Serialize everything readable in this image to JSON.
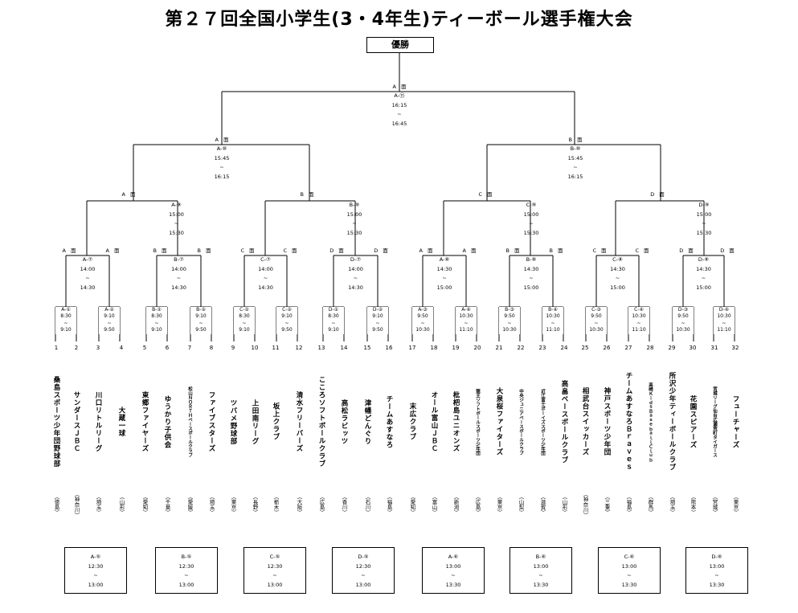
{
  "title": "第２７回全国小学生(3・4年生)ティーボール選手権大会",
  "champion_label": "優勝",
  "court_suffix": "面",
  "final": {
    "court": "A",
    "id": "A-⑪",
    "start": "16:15",
    "tilde": "~",
    "end": "16:45"
  },
  "semis": [
    {
      "court": "A",
      "id": "A-⑩",
      "start": "15:45",
      "tilde": "~",
      "end": "16:15"
    },
    {
      "court": "B",
      "id": "B-⑩",
      "start": "15:45",
      "tilde": "~",
      "end": "16:15"
    }
  ],
  "quarters": [
    {
      "court": "A",
      "id": "A-⑨",
      "start": "15:00",
      "tilde": "~",
      "end": "15:30"
    },
    {
      "court": "B",
      "id": "B-⑨",
      "start": "15:00",
      "tilde": "~",
      "end": "15:30"
    },
    {
      "court": "C",
      "id": "C-⑨",
      "start": "15:00",
      "tilde": "~",
      "end": "15:30"
    },
    {
      "court": "D",
      "id": "D-⑨",
      "start": "15:00",
      "tilde": "~",
      "end": "15:30"
    }
  ],
  "round3": [
    {
      "court": "A",
      "id": "A-⑦",
      "start": "14:00",
      "tilde": "~",
      "end": "14:30"
    },
    {
      "court": "B",
      "id": "B-⑦",
      "start": "14:00",
      "tilde": "~",
      "end": "14:30"
    },
    {
      "court": "C",
      "id": "C-⑦",
      "start": "14:00",
      "tilde": "~",
      "end": "14:30"
    },
    {
      "court": "D",
      "id": "D-⑦",
      "start": "14:00",
      "tilde": "~",
      "end": "14:30"
    },
    {
      "court": "A",
      "id": "A-⑧",
      "start": "14:30",
      "tilde": "~",
      "end": "15:00"
    },
    {
      "court": "B",
      "id": "B-⑧",
      "start": "14:30",
      "tilde": "~",
      "end": "15:00"
    },
    {
      "court": "C",
      "id": "C-⑧",
      "start": "14:30",
      "tilde": "~",
      "end": "15:00"
    },
    {
      "court": "D",
      "id": "D-⑧",
      "start": "14:30",
      "tilde": "~",
      "end": "15:00"
    }
  ],
  "round1": [
    {
      "id": "A-①",
      "start": "8:30",
      "tilde": "~",
      "end": "9:10"
    },
    {
      "id": "A-②",
      "start": "9:10",
      "tilde": "~",
      "end": "9:50"
    },
    {
      "id": "B-①",
      "start": "8:30",
      "tilde": "~",
      "end": "9:10"
    },
    {
      "id": "B-②",
      "start": "9:10",
      "tilde": "~",
      "end": "9:50"
    },
    {
      "id": "C-①",
      "start": "8:30",
      "tilde": "~",
      "end": "9:10"
    },
    {
      "id": "C-②",
      "start": "9:10",
      "tilde": "~",
      "end": "9:50"
    },
    {
      "id": "D-①",
      "start": "8:30",
      "tilde": "~",
      "end": "9:10"
    },
    {
      "id": "D-②",
      "start": "9:10",
      "tilde": "~",
      "end": "9:50"
    },
    {
      "id": "A-③",
      "start": "9:50",
      "tilde": "~",
      "end": "10:30"
    },
    {
      "id": "A-④",
      "start": "10:30",
      "tilde": "~",
      "end": "11:10"
    },
    {
      "id": "B-③",
      "start": "9:50",
      "tilde": "~",
      "end": "10:30"
    },
    {
      "id": "B-④",
      "start": "10:30",
      "tilde": "~",
      "end": "11:10"
    },
    {
      "id": "C-③",
      "start": "9:50",
      "tilde": "~",
      "end": "10:30"
    },
    {
      "id": "C-④",
      "start": "10:30",
      "tilde": "~",
      "end": "11:10"
    },
    {
      "id": "D-③",
      "start": "9:50",
      "tilde": "~",
      "end": "10:30"
    },
    {
      "id": "D-④",
      "start": "10:30",
      "tilde": "~",
      "end": "11:10"
    }
  ],
  "seeds": [
    {
      "id": "A-⑤",
      "start": "12:30",
      "tilde": "~",
      "end": "13:00"
    },
    {
      "id": "B-⑤",
      "start": "12:30",
      "tilde": "~",
      "end": "13:00"
    },
    {
      "id": "C-⑤",
      "start": "12:30",
      "tilde": "~",
      "end": "13:00"
    },
    {
      "id": "D-⑤",
      "start": "12:30",
      "tilde": "~",
      "end": "13:00"
    },
    {
      "id": "A-⑥",
      "start": "13:00",
      "tilde": "~",
      "end": "13:30"
    },
    {
      "id": "B-⑥",
      "start": "13:00",
      "tilde": "~",
      "end": "13:30"
    },
    {
      "id": "C-⑥",
      "start": "13:00",
      "tilde": "~",
      "end": "13:30"
    },
    {
      "id": "D-⑥",
      "start": "13:00",
      "tilde": "~",
      "end": "13:30"
    }
  ],
  "teams": [
    {
      "num": "1",
      "name": "桑島スポーツ少年団野球部",
      "pref": "（徳島）"
    },
    {
      "num": "2",
      "name": "サンダースＪＢＣ",
      "pref": "（神奈川）"
    },
    {
      "num": "3",
      "name": "川口リトルリーグ",
      "pref": "（埼玉）"
    },
    {
      "num": "4",
      "name": "大蔵一球",
      "pref": "（山形）"
    },
    {
      "num": "5",
      "name": "東郷ファイヤーズ",
      "pref": "（愛知）"
    },
    {
      "num": "6",
      "name": "ゆうかり子供会",
      "pref": "（千葉）"
    },
    {
      "num": "7",
      "name": "松山ＮＯＲＴＨベースボールクラブ",
      "pref": "（愛媛）",
      "small": true
    },
    {
      "num": "8",
      "name": "ファイブスターズ",
      "pref": "（埼玉）"
    },
    {
      "num": "9",
      "name": "ツバメ野球部",
      "pref": "（東京）"
    },
    {
      "num": "10",
      "name": "上田南リーグ",
      "pref": "（長野）"
    },
    {
      "num": "11",
      "name": "坂上クラブ",
      "pref": "（栃木）"
    },
    {
      "num": "12",
      "name": "清水フリーバーズ",
      "pref": "（大阪）"
    },
    {
      "num": "13",
      "name": "こころソフトボールクラブ",
      "pref": "（広島）"
    },
    {
      "num": "14",
      "name": "高松ラビッツ",
      "pref": "（香川）"
    },
    {
      "num": "15",
      "name": "津幡どんぐり",
      "pref": "（石川）"
    },
    {
      "num": "16",
      "name": "チームあすなろ",
      "pref": "（福島）"
    },
    {
      "num": "17",
      "name": "末広クラブ",
      "pref": "（愛知）"
    },
    {
      "num": "18",
      "name": "オール富山ＪＢＣ",
      "pref": "（富山）"
    },
    {
      "num": "19",
      "name": "枇杷島ユニオンズ",
      "pref": "（新潟）"
    },
    {
      "num": "20",
      "name": "龍王ソフトボールスポーツ少年団",
      "pref": "（広島）",
      "small": true
    },
    {
      "num": "21",
      "name": "大泉桜ファイターズ",
      "pref": "（東京）"
    },
    {
      "num": "22",
      "name": "中央ジュニアベースボールクラブ",
      "pref": "（山梨）",
      "small": true
    },
    {
      "num": "23",
      "name": "近江富士ボーイズスポーツ少年団",
      "pref": "（滋賀）",
      "small": true
    },
    {
      "num": "24",
      "name": "高畠ベースボールクラブ",
      "pref": "（山形）"
    },
    {
      "num": "25",
      "name": "相武台スイッカーズ",
      "pref": "（神奈川）"
    },
    {
      "num": "26",
      "name": "神戸スポーツ少年団",
      "pref": "（三重）"
    },
    {
      "num": "27",
      "name": "チームあすなろＢｒａｖｅｓ",
      "pref": "（福島）"
    },
    {
      "num": "28",
      "name": "高崎ＫｉｄｓＢａｓｅｂａｌｌＣｌｕｂ",
      "pref": "（群馬）",
      "small": true
    },
    {
      "num": "29",
      "name": "所沢少年ティーボールクラブ",
      "pref": "（埼玉）"
    },
    {
      "num": "30",
      "name": "花園スピアーズ",
      "pref": "（熊本）"
    },
    {
      "num": "31",
      "name": "宮城リーグ仙台広瀬荒町タイガース",
      "pref": "（宮城）",
      "small": true
    },
    {
      "num": "32",
      "name": "フューチャーズ",
      "pref": "（東京）"
    }
  ]
}
